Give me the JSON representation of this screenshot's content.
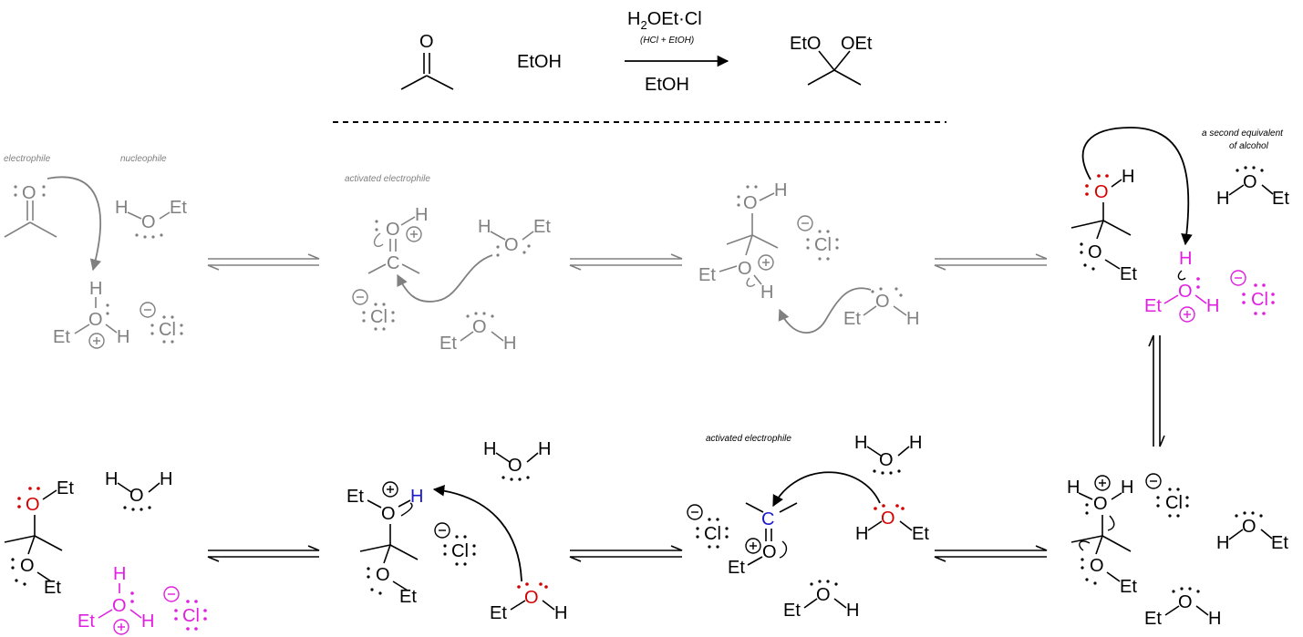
{
  "colors": {
    "black": "#000000",
    "gray": "#808080",
    "red": "#d40000",
    "magenta": "#e020e0",
    "blue": "#1a1acc"
  },
  "header": {
    "reagent_top": "H2OEt·Cl",
    "reagent_top_sub": "2",
    "reagent_note": "(HCl + EtOH)",
    "reagent_bottom": "EtOH",
    "ethanol": "EtOH",
    "ketone_O": "O",
    "product_left": "EtO",
    "product_right": "OEt"
  },
  "labels": {
    "electrophile": "electrophile",
    "nucleophile": "nucleophile",
    "activated_electrophile_1": "activated electrophile",
    "activated_electrophile_2": "activated electrophile",
    "second_equiv_1": "a second equivalent",
    "second_equiv_2": "of alcohol"
  },
  "atoms": {
    "O": "O",
    "H": "H",
    "Et": "Et",
    "C": "C",
    "Cl": "Cl",
    "plus": "+",
    "minus": "−"
  }
}
